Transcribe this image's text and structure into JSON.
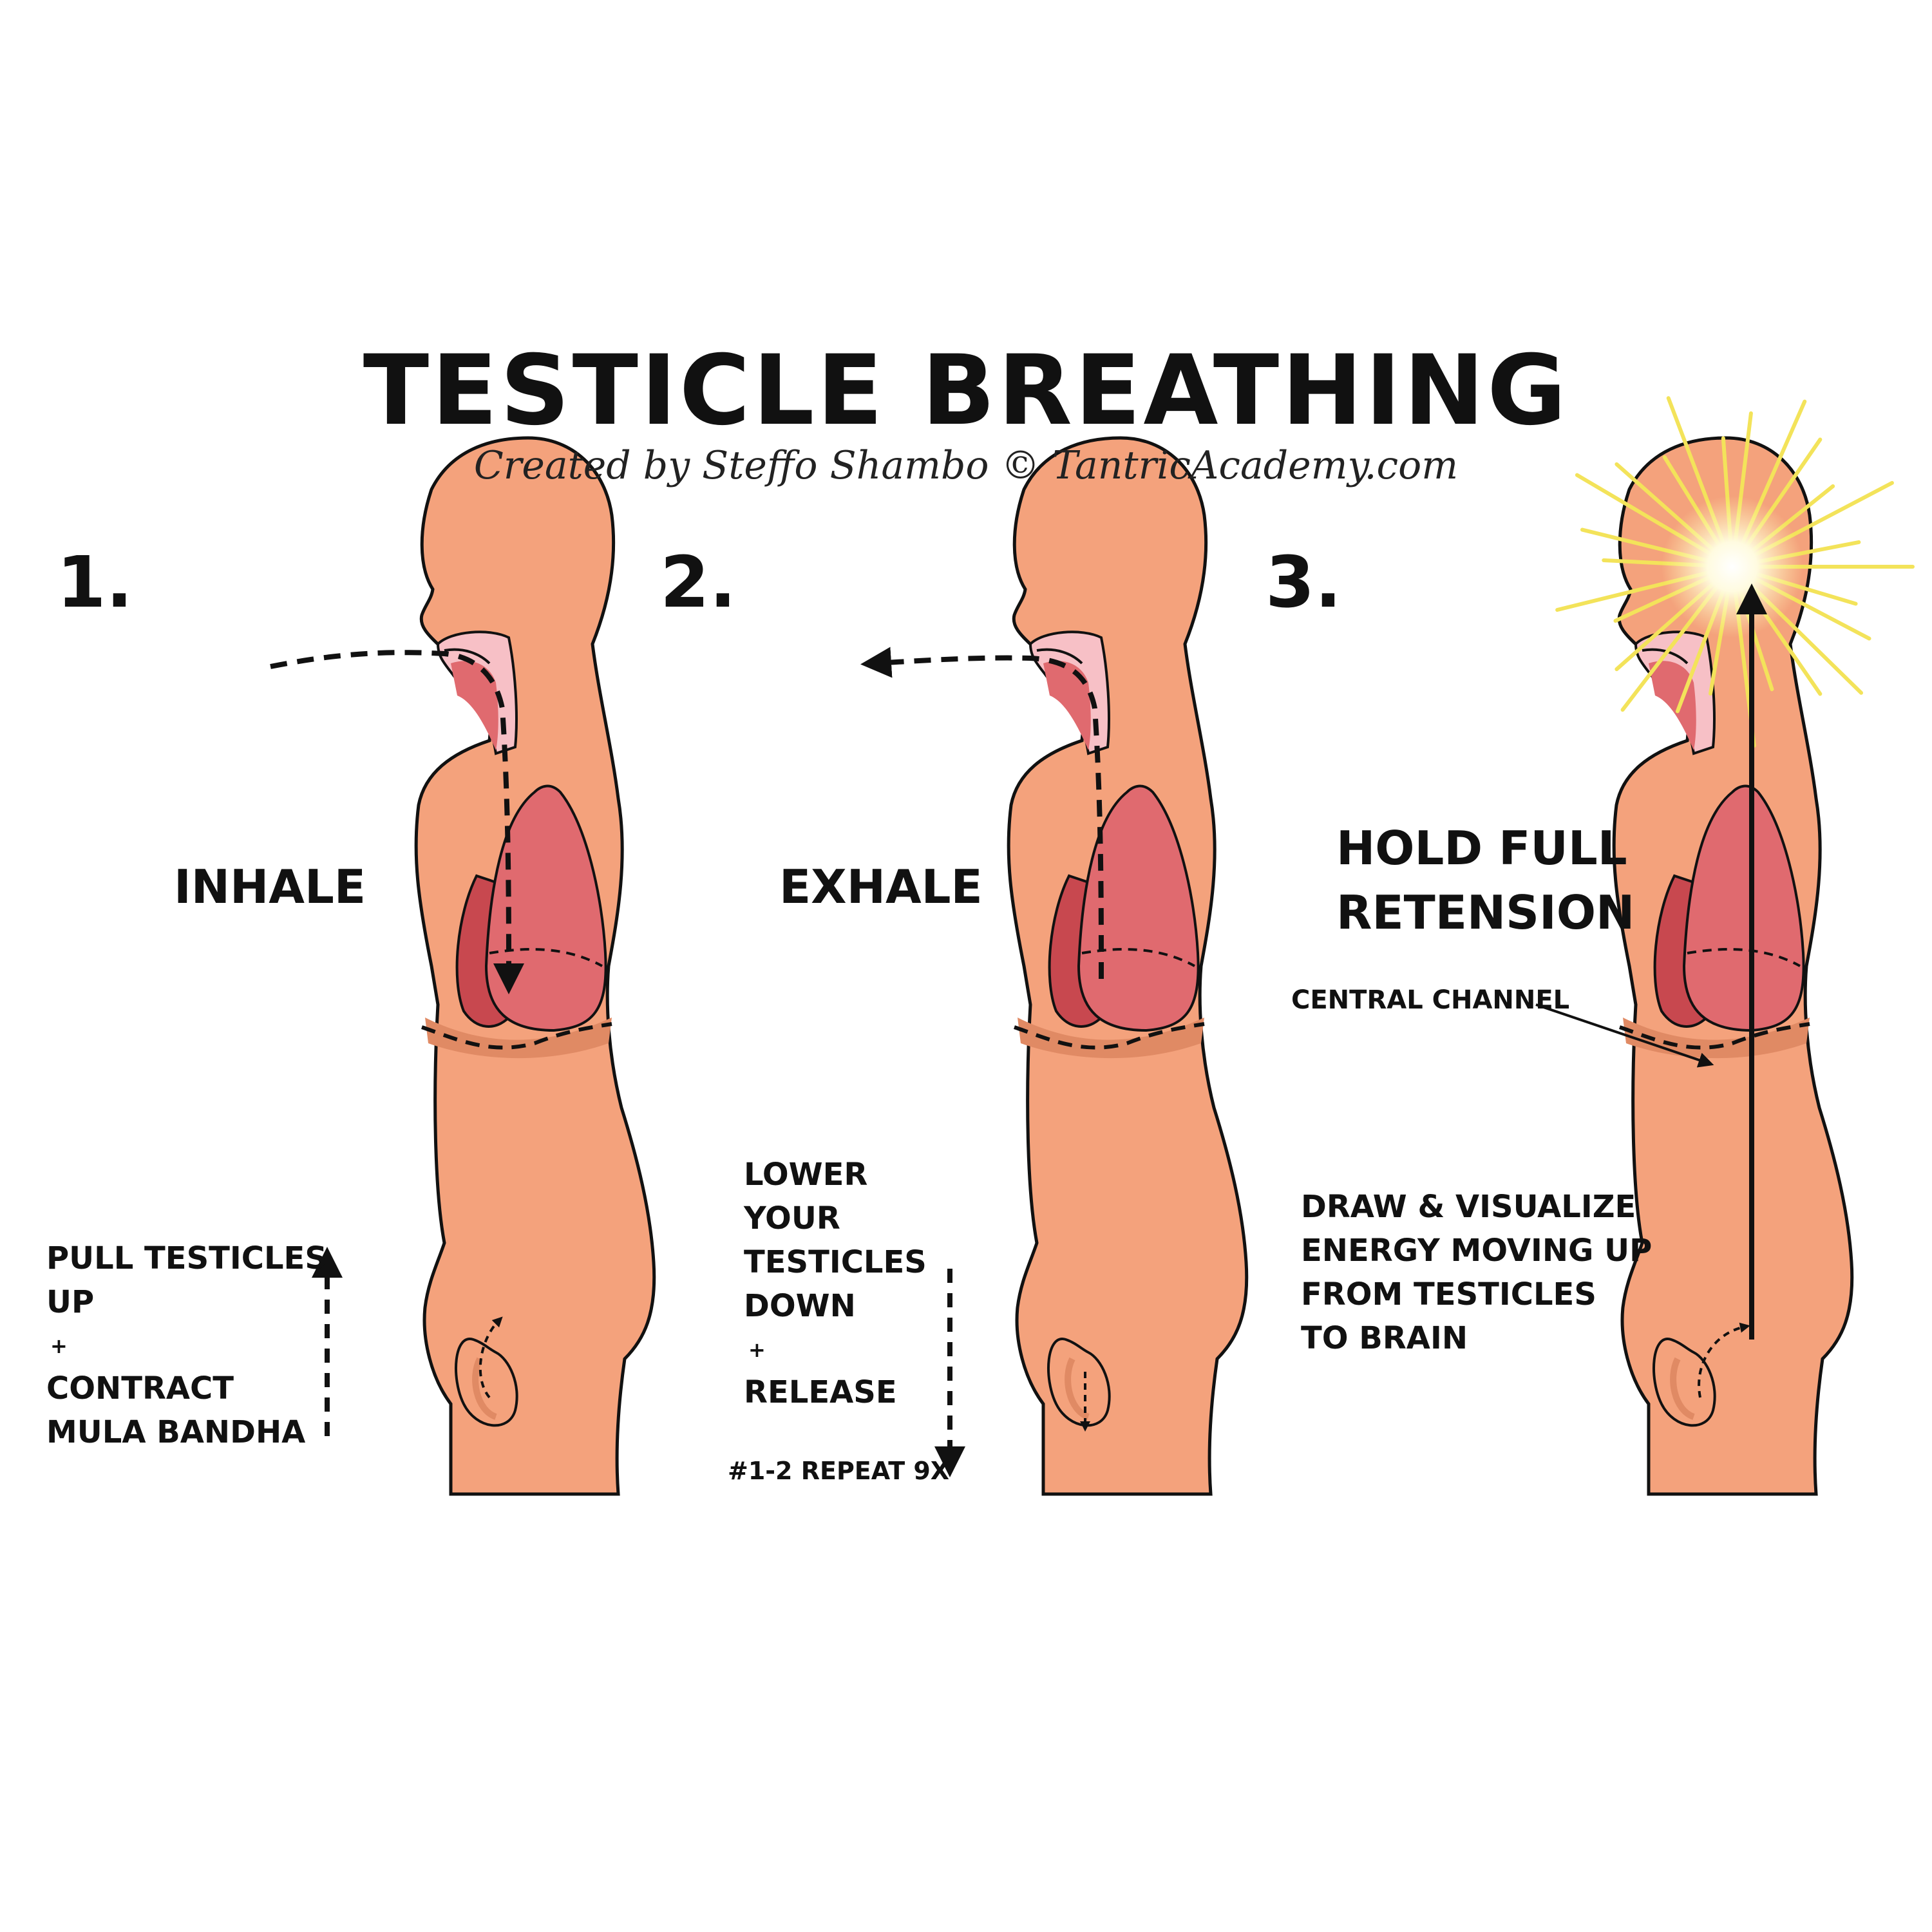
{
  "title": "TESTICLE BREATHING",
  "subtitle": "Created by Steffo Shambo © TantricAcademy.com",
  "colors": {
    "skin": "#f4a27c",
    "skin_outline": "#111111",
    "lung": "#e06a6f",
    "lung_dark": "#c8484f",
    "airway": "#f08a95",
    "airway_light": "#f7c0c6",
    "burst": "#f3e35a",
    "shadow": "#e08a64"
  },
  "steps": [
    {
      "number": "1.",
      "label": "INHALE",
      "instruction_lines": [
        "PULL TESTICLES",
        "UP",
        "+",
        "CONTRACT",
        "MULA BANDHA"
      ],
      "arrow_direction": "up"
    },
    {
      "number": "2.",
      "label": "EXHALE",
      "instruction_lines": [
        "LOWER",
        "YOUR",
        "TESTICLES",
        "DOWN",
        "+",
        "RELEASE"
      ],
      "repeat_note": "#1-2 REPEAT 9X",
      "arrow_direction": "down"
    },
    {
      "number": "3.",
      "label_lines": [
        "HOLD FULL",
        "RETENSION"
      ],
      "callout": "CENTRAL CHANNEL",
      "instruction_lines": [
        "DRAW & VISUALIZE",
        "ENERGY MOVING UP",
        "FROM TESTICLES",
        "TO BRAIN"
      ]
    }
  ]
}
